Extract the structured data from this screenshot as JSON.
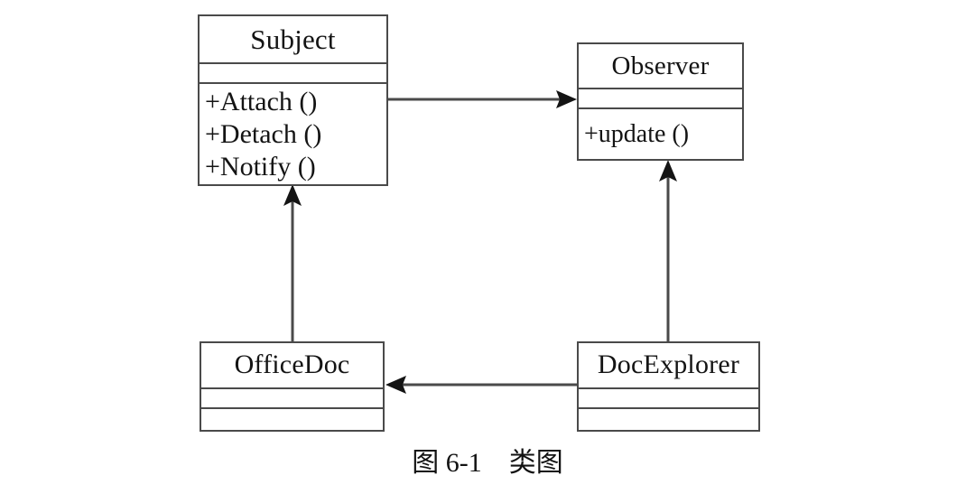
{
  "figure": {
    "caption": "图 6-1　类图",
    "caption_label": "图 6-1",
    "caption_title": "类图"
  },
  "diagram": {
    "type": "uml-class-diagram",
    "stroke_color": "#4a4a4a",
    "text_color": "#141414",
    "background": "#ffffff",
    "classes": [
      {
        "id": "subject",
        "name": "Subject",
        "attributes": [],
        "operations": [
          "+Attach ()",
          "+Detach ()",
          "+Notify ()"
        ]
      },
      {
        "id": "observer",
        "name": "Observer",
        "attributes": [],
        "operations": [
          "+update ()"
        ]
      },
      {
        "id": "officedoc",
        "name": "OfficeDoc",
        "attributes": [],
        "operations": []
      },
      {
        "id": "docexplorer",
        "name": "DocExplorer",
        "attributes": [],
        "operations": []
      }
    ],
    "relationships": [
      {
        "id": "subject-to-observer",
        "from": "Subject",
        "to": "Observer",
        "arrowhead": "solid",
        "direction": "right"
      },
      {
        "id": "officedoc-to-subject",
        "from": "OfficeDoc",
        "to": "Subject",
        "arrowhead": "solid",
        "direction": "up"
      },
      {
        "id": "docexplorer-to-observer",
        "from": "DocExplorer",
        "to": "Observer",
        "arrowhead": "solid",
        "direction": "up"
      },
      {
        "id": "docexplorer-to-officedoc",
        "from": "DocExplorer",
        "to": "OfficeDoc",
        "arrowhead": "solid",
        "direction": "left"
      }
    ]
  }
}
